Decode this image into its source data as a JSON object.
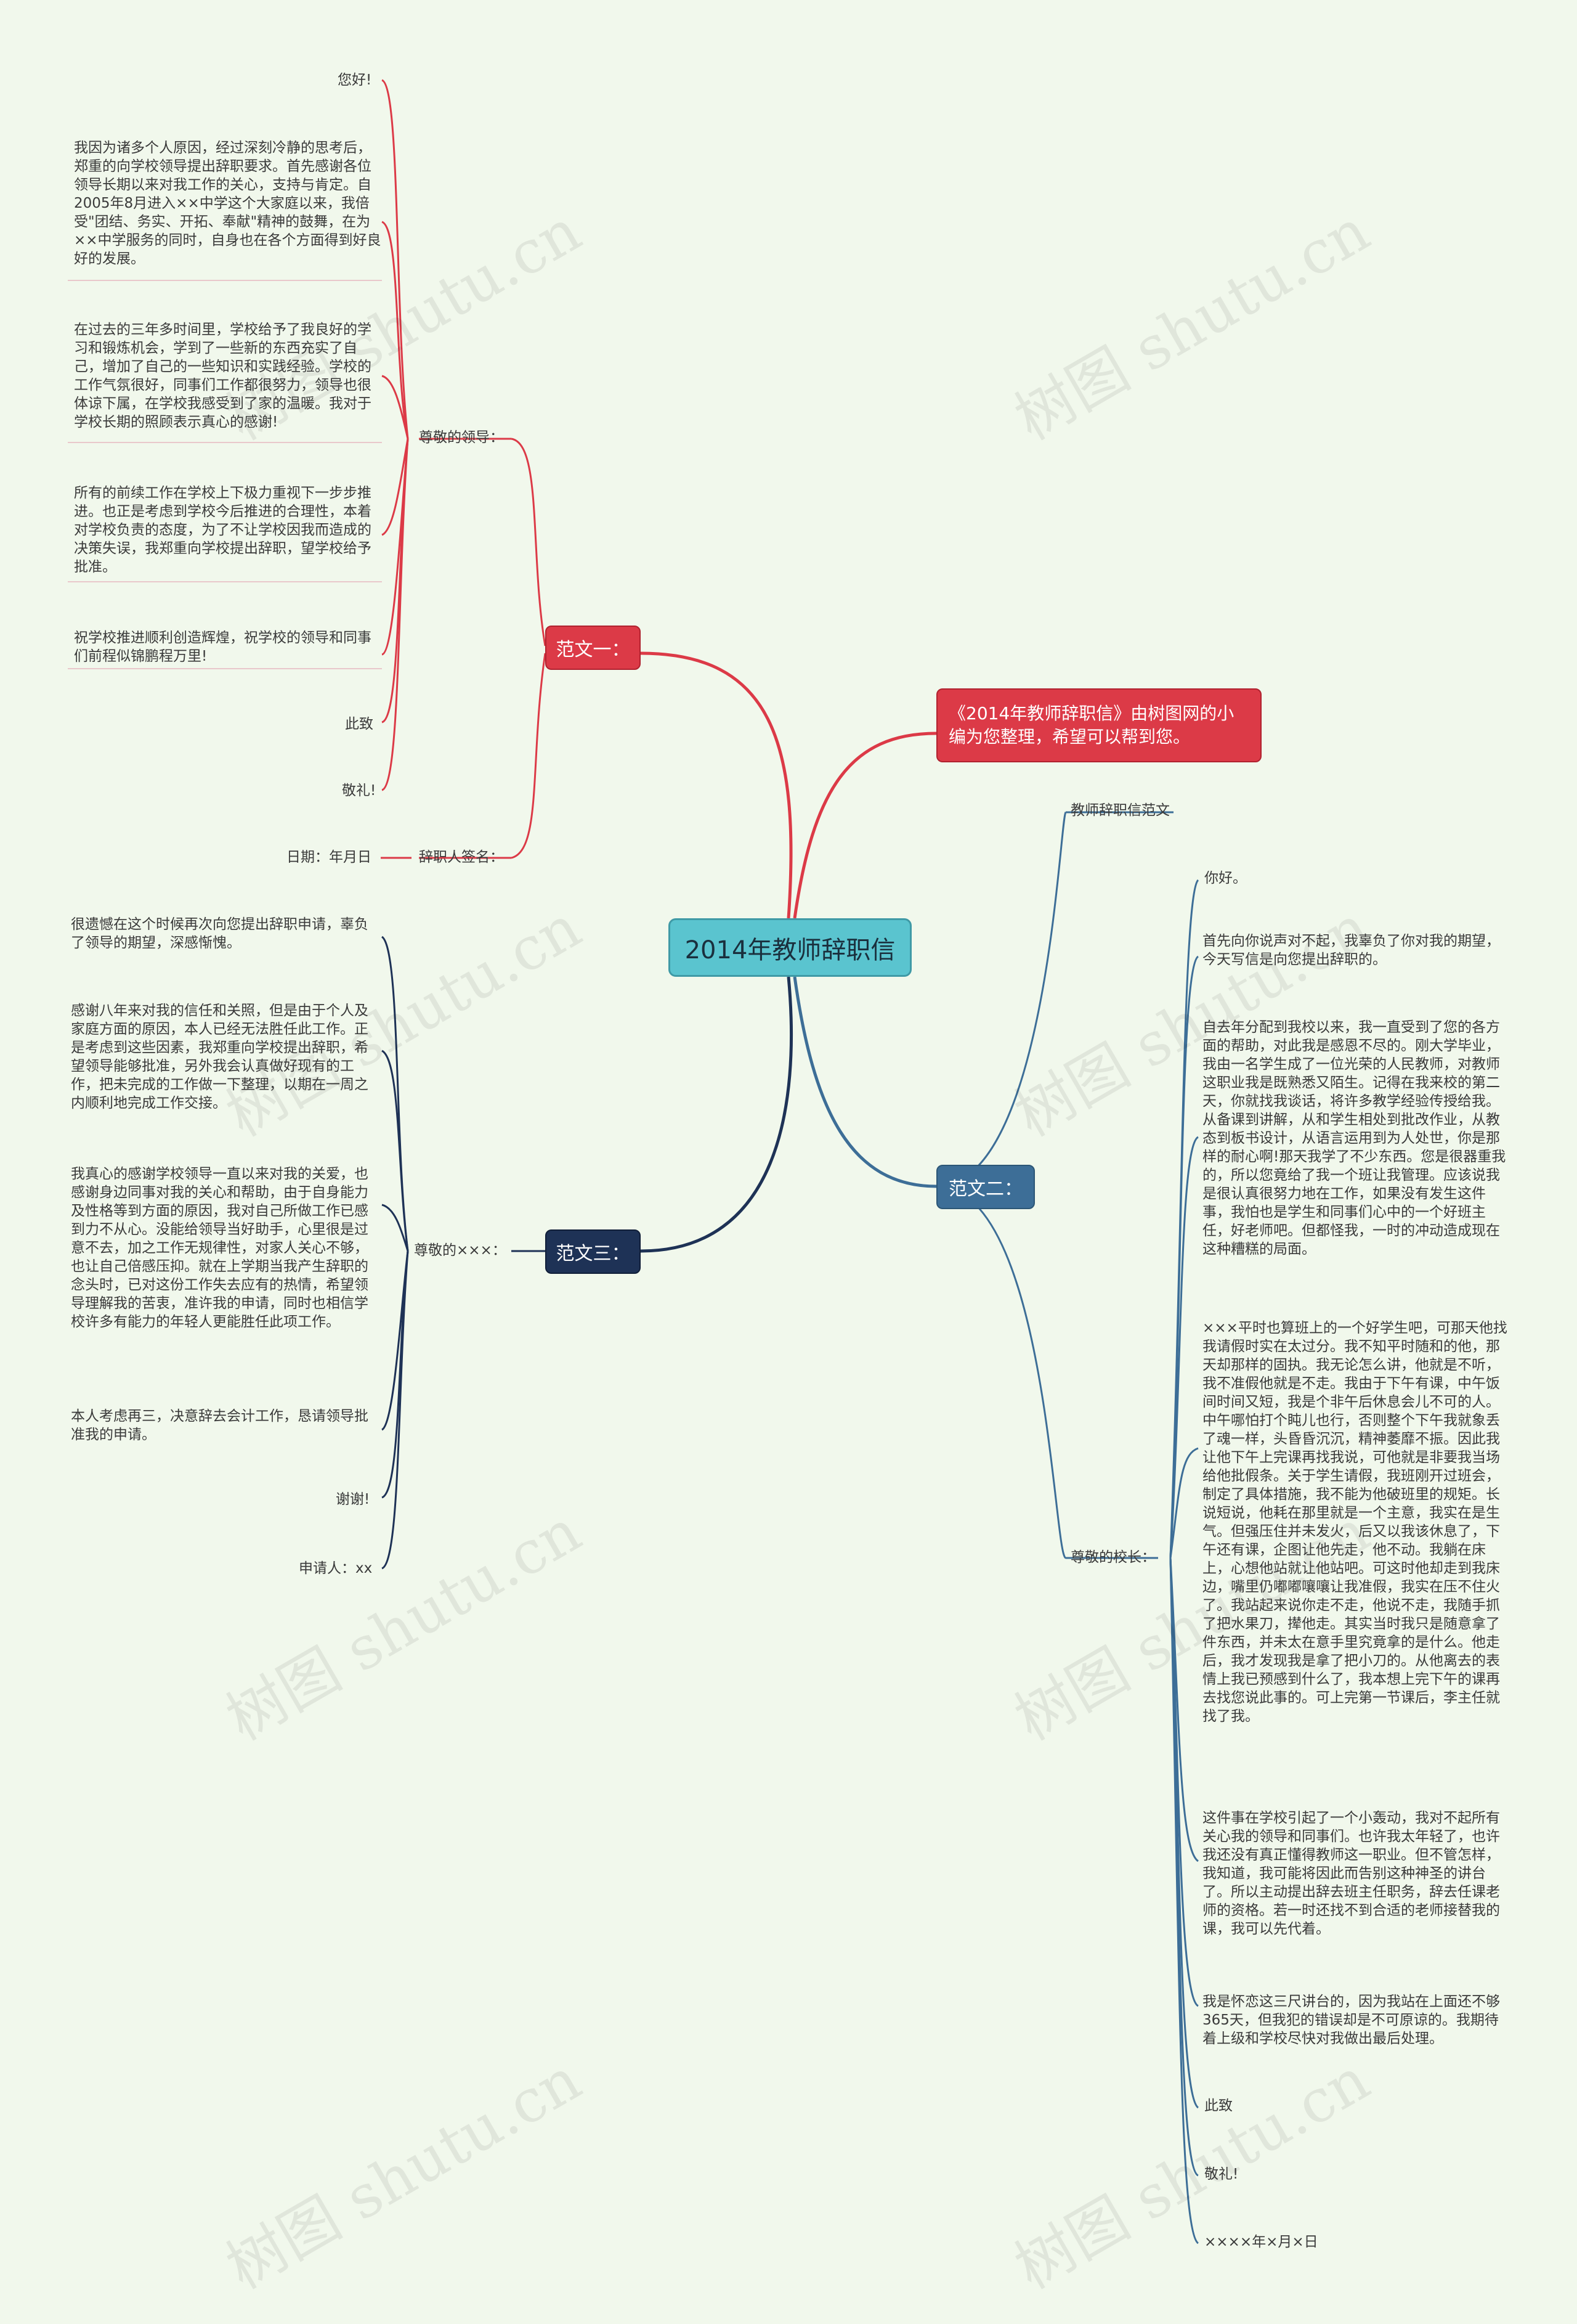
{
  "center": {
    "title": "2014年教师辞职信"
  },
  "intro": {
    "text": "《2014年教师辞职信》由树图网的小编为您整理，希望可以帮到您。"
  },
  "branch1": {
    "label": "范文一：",
    "leader": "尊敬的领导：",
    "signer": "辞职人签名：",
    "date": "日期：年月日",
    "items": [
      "您好!",
      "我因为诸多个人原因，经过深刻冷静的思考后，郑重的向学校领导提出辞职要求。首先感谢各位领导长期以来对我工作的关心，支持与肯定。自2005年8月进入××中学这个大家庭以来，我倍受\"团结、务实、开拓、奉献\"精神的鼓舞，在为××中学服务的同时，自身也在各个方面得到好良好的发展。",
      "在过去的三年多时间里，学校给予了我良好的学习和锻炼机会，学到了一些新的东西充实了自己，增加了自己的一些知识和实践经验。学校的工作气氛很好，同事们工作都很努力，领导也很体谅下属，在学校我感受到了家的温暖。我对于学校长期的照顾表示真心的感谢!",
      "所有的前续工作在学校上下极力重视下一步步推进。也正是考虑到学校今后推进的合理性，本着对学校负责的态度，为了不让学校因我而造成的决策失误，我郑重向学校提出辞职，望学校给予批准。",
      "祝学校推进顺利创造辉煌，祝学校的领导和同事们前程似锦鹏程万里!",
      "此致",
      "敬礼!"
    ]
  },
  "branch3": {
    "label": "范文三：",
    "leader": "尊敬的×××：",
    "items": [
      "很遗憾在这个时候再次向您提出辞职申请，辜负了领导的期望，深感惭愧。",
      "感谢八年来对我的信任和关照，但是由于个人及家庭方面的原因，本人已经无法胜任此工作。正是考虑到这些因素，我郑重向学校提出辞职，希望领导能够批准，另外我会认真做好现有的工作，把未完成的工作做一下整理，以期在一周之内顺利地完成工作交接。",
      "我真心的感谢学校领导一直以来对我的关爱，也感谢身边同事对我的关心和帮助，由于自身能力及性格等到方面的原因，我对自己所做工作已感到力不从心。没能给领导当好助手，心里很是过意不去，加之工作无规律性，对家人关心不够，也让自己倍感压抑。就在上学期当我产生辞职的念头时，已对这份工作失去应有的热情，希望领导理解我的苦衷，准许我的申请，同时也相信学校许多有能力的年轻人更能胜任此项工作。",
      "本人考虑再三，决意辞去会计工作，恳请领导批准我的申请。",
      "谢谢!",
      "申请人：xx"
    ]
  },
  "branch2": {
    "label": "范文二：",
    "title_leaf": "教师辞职信范文",
    "principal": "尊敬的校长：",
    "items": [
      "你好。",
      "首先向你说声对不起，我辜负了你对我的期望，今天写信是向您提出辞职的。",
      "自去年分配到我校以来，我一直受到了您的各方面的帮助，对此我是感恩不尽的。刚大学毕业，我由一名学生成了一位光荣的人民教师，对教师这职业我是既熟悉又陌生。记得在我来校的第二天，你就找我谈话，将许多教学经验传授给我。从备课到讲解，从和学生相处到批改作业，从教态到板书设计，从语言运用到为人处世，你是那样的耐心啊!那天我学了不少东西。您是很器重我的，所以您竟给了我一个班让我管理。应该说我是很认真很努力地在工作，如果没有发生这件事，我怕也是学生和同事们心中的一个好班主任，好老师吧。但都怪我，一时的冲动造成现在这种糟糕的局面。",
      "×××平时也算班上的一个好学生吧，可那天他找我请假时实在太过分。我不知平时随和的他，那天却那样的固执。我无论怎么讲，他就是不听，我不准假他就是不走。我由于下午有课，中午饭间时间又短，我是个非午后休息会儿不可的人。中午哪怕打个盹儿也行，否则整个下午我就象丢了魂一样，头昏昏沉沉，精神萎靡不振。因此我让他下午上完课再找我说，可他就是非要我当场给他批假条。关于学生请假，我班刚开过班会，制定了具体措施，我不能为他破班里的规矩。长说短说，他耗在那里就是一个主意，我实在是生气。但强压住并未发火，后又以我该休息了，下午还有课，企图让他先走，他不动。我躺在床上，心想他站就让他站吧。可这时他却走到我床边，嘴里仍嘟嘟嚷嚷让我准假，我实在压不住火了。我站起来说你走不走，他说不走，我随手抓了把水果刀，撵他走。其实当时我只是随意拿了件东西，并未太在意手里究竟拿的是什么。他走后，我才发现我是拿了把小刀的。从他离去的表情上我已预感到什么了，我本想上完下午的课再去找您说此事的。可上完第一节课后，李主任就找了我。",
      "这件事在学校引起了一个小轰动，我对不起所有关心我的领导和同事们。也许我太年轻了，也许我还没有真正懂得教师这一职业。但不管怎样，我知道，我可能将因此而告别这种神圣的讲台了。所以主动提出辞去班主任职务，辞去任课老师的资格。若一时还找不到合适的老师接替我的课，我可以先代着。",
      "我是怀恋这三尺讲台的，因为我站在上面还不够365天，但我犯的错误却是不可原谅的。我期待着上级和学校尽快对我做出最后处理。",
      "此致",
      "敬礼!",
      "××××年×月×日"
    ]
  },
  "watermark": "树图 shutu.cn",
  "colors": {
    "red": "#dc3a47",
    "blue": "#3d6e97",
    "navy": "#1e3256",
    "center": "#5ac4cf",
    "background": "#f1f8ec"
  }
}
